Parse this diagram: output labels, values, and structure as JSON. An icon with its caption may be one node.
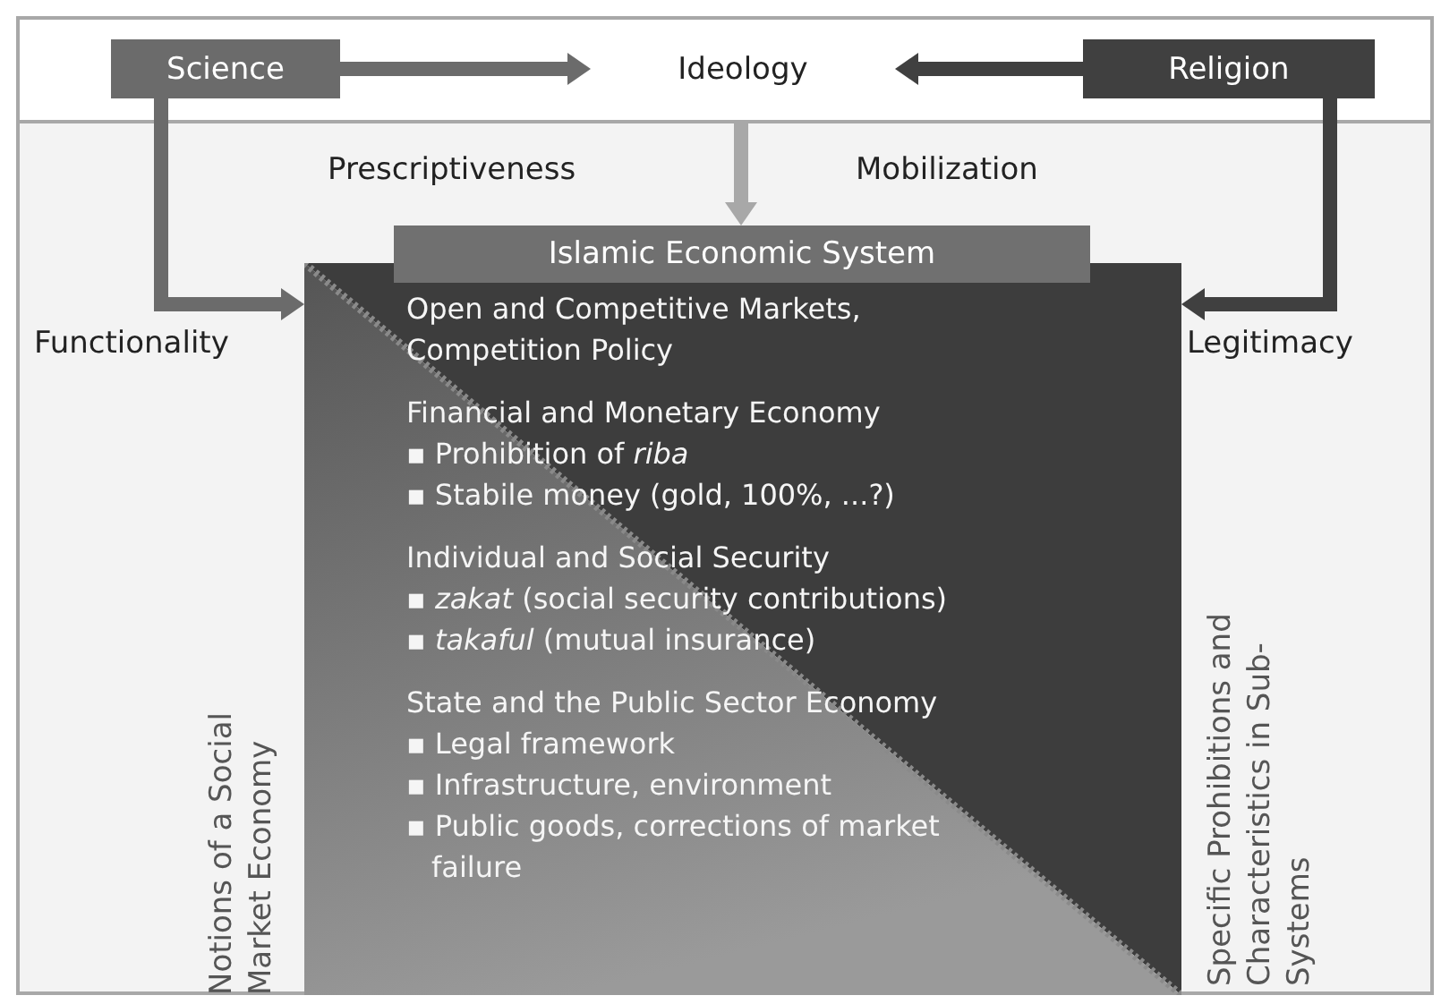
{
  "diagram": {
    "nodes": [
      {
        "text": [
          "Science"
        ]
      },
      {
        "text": [
          "Ideology"
        ]
      },
      {
        "text": [
          "Religion"
        ]
      },
      {
        "text": [
          "Islamic Economic System"
        ]
      },
      {
        "text": [
          "Open and Competitive Markets, Competition Policy",
          "Financial and Monetary Economy",
          "▪ Prohibition of *riba*",
          "▪ Stabile money (gold, 100%, ...?)",
          "Individual and Social Security",
          "▪ *zakat* (social security contributions)",
          "▪ *takaful* (mutual insurance)",
          "State and the Public Sector Economy",
          "▪ Legal framework",
          "▪ Infrastructure, environment",
          "▪ Public goods, corrections of market failure"
        ]
      }
    ],
    "edges": [
      {
        "from": 0,
        "to": 1,
        "arrow": "to",
        "color": "#6b6b6b"
      },
      {
        "from": 2,
        "to": 1,
        "arrow": "to",
        "color": "#404040"
      },
      {
        "from": 1,
        "to": 3,
        "arrow": "to",
        "color": "#a8a8a8"
      },
      {
        "from": 0,
        "to": 4,
        "arrow": "to",
        "color": "#6b6b6b"
      },
      {
        "from": 2,
        "to": 4,
        "arrow": "to",
        "color": "#404040"
      }
    ],
    "labels": [
      "Prescriptiveness",
      "Mobilization",
      "Functionality",
      "Legitimacy",
      "Notions of a Social Market Economy",
      "Specific Prohibitions and Characteristics in Sub-Systems"
    ]
  }
}
